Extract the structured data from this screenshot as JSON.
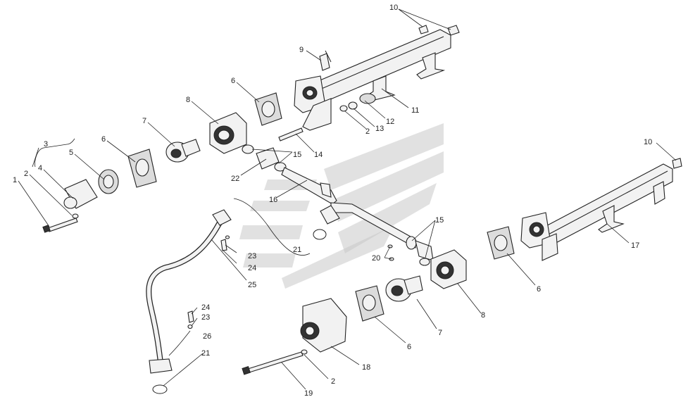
{
  "diagram": {
    "callouts": [
      {
        "id": "c1",
        "text": "1"
      },
      {
        "id": "c2a",
        "text": "2"
      },
      {
        "id": "c3",
        "text": "3"
      },
      {
        "id": "c4",
        "text": "4"
      },
      {
        "id": "c5",
        "text": "5"
      },
      {
        "id": "c6a",
        "text": "6"
      },
      {
        "id": "c7a",
        "text": "7"
      },
      {
        "id": "c8a",
        "text": "8"
      },
      {
        "id": "c6b",
        "text": "6"
      },
      {
        "id": "c9",
        "text": "9"
      },
      {
        "id": "c10a",
        "text": "10"
      },
      {
        "id": "c11",
        "text": "11"
      },
      {
        "id": "c12",
        "text": "12"
      },
      {
        "id": "c13",
        "text": "13"
      },
      {
        "id": "c2b",
        "text": "2"
      },
      {
        "id": "c14",
        "text": "14"
      },
      {
        "id": "c15a",
        "text": "15"
      },
      {
        "id": "c22",
        "text": "22"
      },
      {
        "id": "c16",
        "text": "16"
      },
      {
        "id": "c10b",
        "text": "10"
      },
      {
        "id": "c15b",
        "text": "15"
      },
      {
        "id": "c17",
        "text": "17"
      },
      {
        "id": "c20",
        "text": "20"
      },
      {
        "id": "c21a",
        "text": "21"
      },
      {
        "id": "c23a",
        "text": "23"
      },
      {
        "id": "c24a",
        "text": "24"
      },
      {
        "id": "c25",
        "text": "25"
      },
      {
        "id": "c6c",
        "text": "6"
      },
      {
        "id": "c8b",
        "text": "8"
      },
      {
        "id": "c7b",
        "text": "7"
      },
      {
        "id": "c6d",
        "text": "6"
      },
      {
        "id": "c24b",
        "text": "24"
      },
      {
        "id": "c23b",
        "text": "23"
      },
      {
        "id": "c26",
        "text": "26"
      },
      {
        "id": "c21b",
        "text": "21"
      },
      {
        "id": "c18",
        "text": "18"
      },
      {
        "id": "c2c",
        "text": "2"
      },
      {
        "id": "c19",
        "text": "19"
      }
    ]
  }
}
